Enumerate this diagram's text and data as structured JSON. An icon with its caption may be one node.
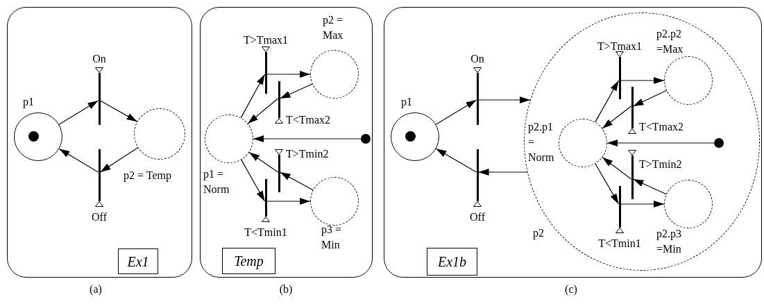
{
  "diagram": {
    "nodes": [
      {
        "text": [],
        "shape": "box",
        "beside": [
          "(a)"
        ]
      },
      {
        "text": [],
        "shape": "circle",
        "in": 0,
        "beside": [
          "p1"
        ]
      },
      {
        "text": [],
        "shape": "bar",
        "in": 0,
        "beside": [
          "On"
        ]
      },
      {
        "text": [],
        "shape": "bar",
        "in": 0,
        "beside": [
          "Off"
        ]
      },
      {
        "text": [],
        "shape": "circle",
        "in": 0,
        "beside": [
          "p2 = Temp"
        ]
      },
      {
        "text": [
          "Ex1"
        ],
        "in": 0
      },
      {
        "text": [],
        "shape": "box",
        "beside": [
          "(b)"
        ]
      },
      {
        "text": [],
        "shape": "circle",
        "in": 6,
        "beside": [
          "p2 = Max"
        ]
      },
      {
        "text": [],
        "shape": "bar",
        "in": 6,
        "beside": [
          "T>Tmax1"
        ]
      },
      {
        "text": [],
        "shape": "bar",
        "in": 6,
        "beside": [
          "T<Tmax2"
        ]
      },
      {
        "text": [],
        "shape": "circle",
        "in": 6,
        "beside": [
          "p1 = Norm"
        ]
      },
      {
        "text": [],
        "shape": "dot",
        "in": 6
      },
      {
        "text": [],
        "shape": "bar",
        "in": 6,
        "beside": [
          "T>Tmin2"
        ]
      },
      {
        "text": [],
        "shape": "bar",
        "in": 6,
        "beside": [
          "T<Tmin1"
        ]
      },
      {
        "text": [],
        "shape": "circle",
        "in": 6,
        "beside": [
          "p3 = Min"
        ]
      },
      {
        "text": [
          "Temp"
        ],
        "in": 6
      },
      {
        "text": [],
        "shape": "box",
        "beside": [
          "(c)"
        ]
      },
      {
        "text": [],
        "shape": "circle",
        "in": 16,
        "beside": [
          "p1"
        ]
      },
      {
        "text": [],
        "shape": "bar",
        "in": 16,
        "beside": [
          "On"
        ]
      },
      {
        "text": [],
        "shape": "bar",
        "in": 16,
        "beside": [
          "Off"
        ]
      },
      {
        "text": [],
        "shape": "circle",
        "in": 16,
        "beside": [
          "p2"
        ]
      },
      {
        "text": [],
        "shape": "circle",
        "in": 20,
        "beside": [
          "p2.p2 =Max"
        ]
      },
      {
        "text": [],
        "shape": "bar",
        "in": 20,
        "beside": [
          "T>Tmax1"
        ]
      },
      {
        "text": [],
        "shape": "bar",
        "in": 20,
        "beside": [
          "T<Tmax2"
        ]
      },
      {
        "text": [],
        "shape": "circle",
        "in": 20,
        "beside": [
          "p2.p1 = Norm"
        ]
      },
      {
        "text": [],
        "shape": "dot",
        "in": 20
      },
      {
        "text": [],
        "shape": "bar",
        "in": 20,
        "beside": [
          "T>Tmin2"
        ]
      },
      {
        "text": [],
        "shape": "bar",
        "in": 20,
        "beside": [
          "T<Tmin1"
        ]
      },
      {
        "text": [],
        "shape": "circle",
        "in": 20,
        "beside": [
          "p2.p3 =Min"
        ]
      },
      {
        "text": [
          "Ex1b"
        ],
        "in": 16
      }
    ],
    "edges": [
      {
        "from": 1,
        "to": 2,
        "arrow": "to"
      },
      {
        "from": 2,
        "to": 4,
        "arrow": "to"
      },
      {
        "from": 4,
        "to": 3,
        "arrow": "to"
      },
      {
        "from": 3,
        "to": 1,
        "arrow": "to"
      },
      {
        "from": 10,
        "to": 8,
        "arrow": "to"
      },
      {
        "from": 8,
        "to": 7,
        "arrow": "to"
      },
      {
        "from": 7,
        "to": 9,
        "arrow": "to"
      },
      {
        "from": 9,
        "to": 10,
        "arrow": "to"
      },
      {
        "from": 11,
        "to": 10,
        "arrow": "to"
      },
      {
        "from": 14,
        "to": 12,
        "arrow": "to"
      },
      {
        "from": 12,
        "to": 10,
        "arrow": "to"
      },
      {
        "from": 10,
        "to": 13,
        "arrow": "to"
      },
      {
        "from": 13,
        "to": 14,
        "arrow": "to"
      },
      {
        "from": 17,
        "to": 18,
        "arrow": "to"
      },
      {
        "from": 18,
        "to": 20,
        "arrow": "to"
      },
      {
        "from": 20,
        "to": 19,
        "arrow": "to"
      },
      {
        "from": 19,
        "to": 17,
        "arrow": "to"
      },
      {
        "from": 24,
        "to": 22,
        "arrow": "to"
      },
      {
        "from": 22,
        "to": 21,
        "arrow": "to"
      },
      {
        "from": 21,
        "to": 23,
        "arrow": "to"
      },
      {
        "from": 23,
        "to": 24,
        "arrow": "to"
      },
      {
        "from": 25,
        "to": 24,
        "arrow": "to"
      },
      {
        "from": 28,
        "to": 26,
        "arrow": "to"
      },
      {
        "from": 26,
        "to": 24,
        "arrow": "to"
      },
      {
        "from": 24,
        "to": 27,
        "arrow": "to"
      },
      {
        "from": 27,
        "to": 28,
        "arrow": "to"
      }
    ]
  }
}
